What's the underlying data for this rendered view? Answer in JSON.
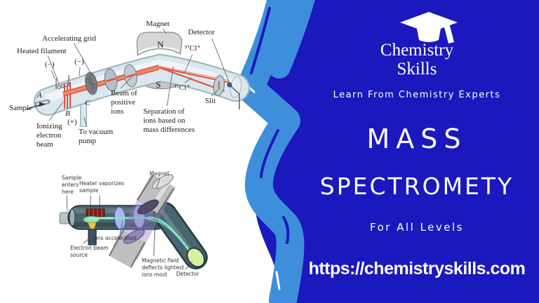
{
  "banner": {
    "left_background": "#ffffff",
    "panel_background": "#1b18bd",
    "brush_color": "#3e8fdb"
  },
  "logo": {
    "icon": "graduation-cap",
    "title_line1": "Chemistry",
    "title_line2": "Skills"
  },
  "panel": {
    "tagline": "Learn From Chemistry Experts",
    "heading_line1": "MASS",
    "heading_line2": "SPECTROMETY",
    "subheading": "For All Levels",
    "website": "https://chemistryskills.com"
  },
  "diagram_top": {
    "name": "magnetic-sector-mass-spectrometer-diagram",
    "labels": {
      "heated_filament": "Heated filament",
      "accelerating_grid": "Accelerating grid",
      "minus_left": "(−)",
      "minus_right": "(−)",
      "magnet": "Magnet",
      "magnet_north": "N",
      "magnet_south": "S",
      "detector": "Detector",
      "cl37": "³⁷Cl⁺",
      "cl35": "³⁵Cl⁺",
      "slit": "Slit",
      "point_a": "A",
      "point_b": "B",
      "point_c": "C",
      "plus": "(+)",
      "sample": "Sample",
      "ionizing_beam": "Ionizing\nelectron\nbeam",
      "vacuum_pump": "To vacuum\npump",
      "positive_ions": "Beam of\npositive\nions",
      "separation": "Separation of\nions based on\nmass differences"
    }
  },
  "diagram_bottom": {
    "name": "mass-spectrometer-schematic-diagram",
    "labels": {
      "sample_enters": "Sample\nenters\nhere",
      "heater": "Heater vaporizes\nsample",
      "magnet": "Magnet",
      "ions_accelerated": "Ions accelerated",
      "electron_source": "Electron beam\nsource",
      "magnetic_field": "Magnetic field\ndeflects lightest\nions most",
      "detector": "Detector"
    }
  }
}
